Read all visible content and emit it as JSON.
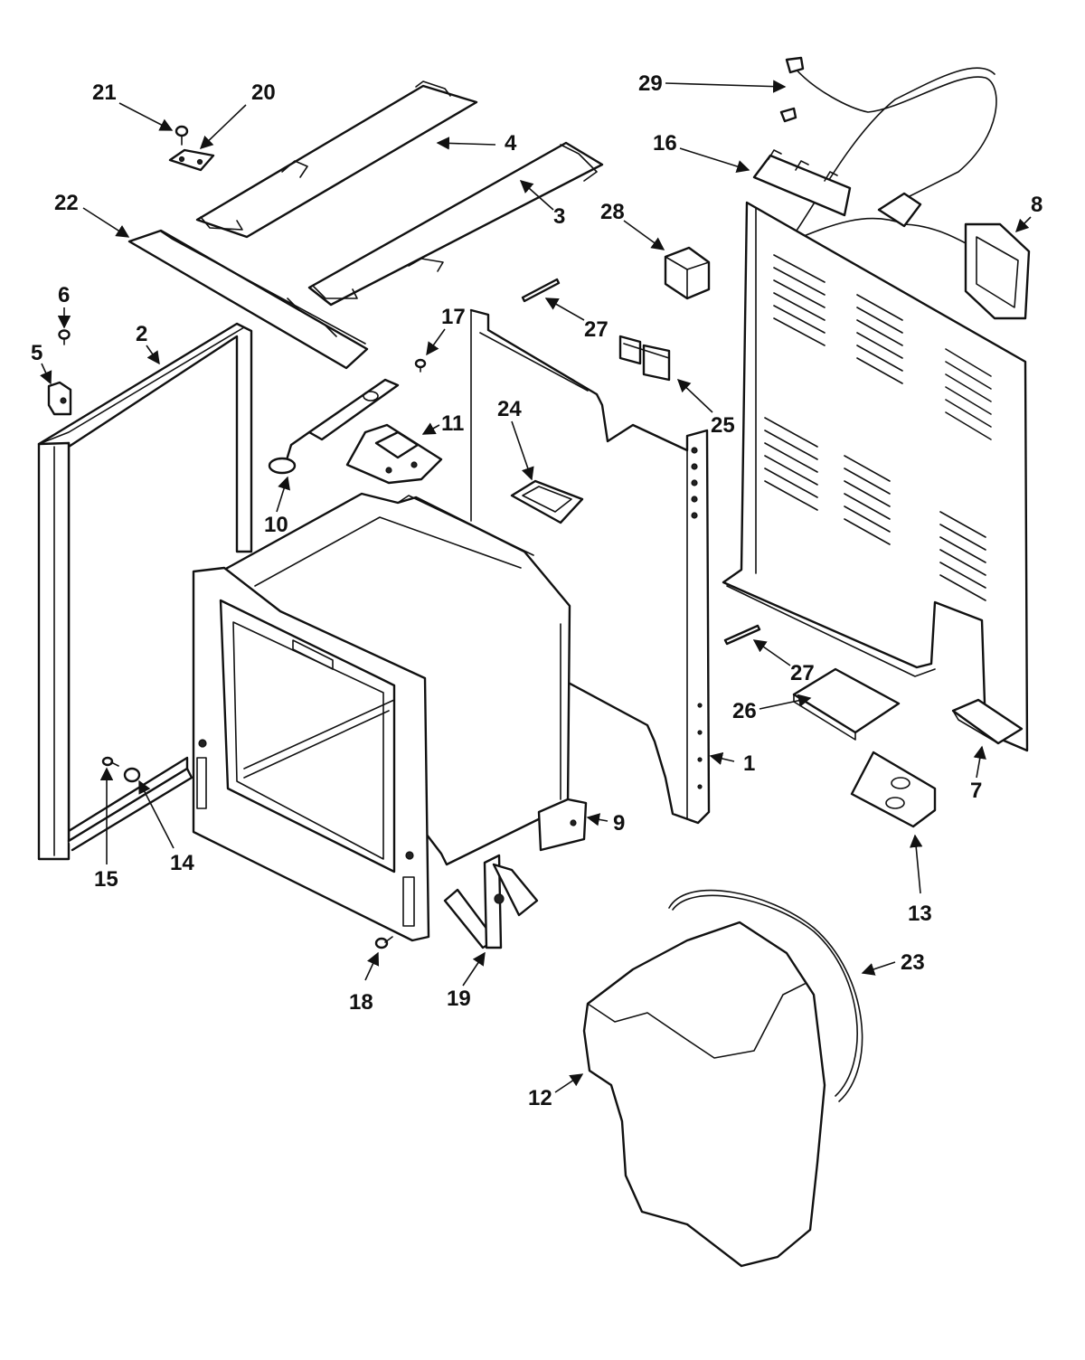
{
  "callouts": [
    "1",
    "2",
    "3",
    "4",
    "5",
    "6",
    "7",
    "8",
    "9",
    "10",
    "11",
    "12",
    "13",
    "14",
    "15",
    "16",
    "17",
    "18",
    "19",
    "20",
    "21",
    "22",
    "23",
    "24",
    "25",
    "26",
    "27",
    "27",
    "28",
    "29"
  ],
  "colors": {
    "ink": "#111111",
    "paper": "#ffffff"
  }
}
